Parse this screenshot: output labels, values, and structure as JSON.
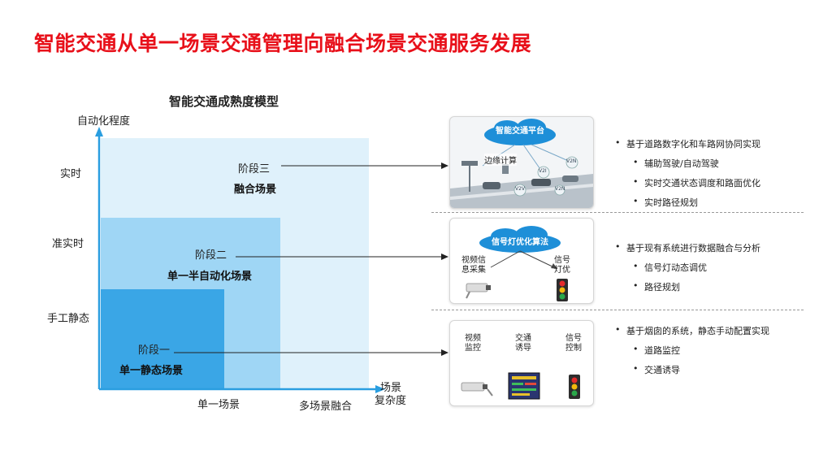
{
  "title": "智能交通从单一场景交通管理向融合场景交通服务发展",
  "model": {
    "title": "智能交通成熟度模型",
    "y_axis_label": "自动化程度",
    "x_axis_label_line1": "场景",
    "x_axis_label_line2": "复杂度",
    "y_ticks": [
      "实时",
      "准实时",
      "手工静态"
    ],
    "x_ticks": [
      "单一场景",
      "多场景融合"
    ],
    "stages": [
      {
        "label": "阶段一",
        "name": "单一静态场景"
      },
      {
        "label": "阶段二",
        "name": "单一半自动化场景"
      },
      {
        "label": "阶段三",
        "name": "融合场景"
      }
    ]
  },
  "panels": {
    "top": {
      "cloud": "智能交通平台",
      "edge": "边缘计算",
      "tags": [
        "V2N",
        "V2I",
        "V2N",
        "V2V"
      ]
    },
    "middle": {
      "cloud": "信号灯优化算法",
      "left_label": "视频信\n息采集",
      "right_label": "信号\n灯优"
    },
    "bottom": {
      "labels": [
        "视频\n监控",
        "交通\n诱导",
        "信号\n控制"
      ]
    }
  },
  "bullets": {
    "top": {
      "main": "基于道路数字化和车路网协同实现",
      "subs": [
        "辅助驾驶/自动驾驶",
        "实时交通状态调度和路面优化",
        "实时路径规划"
      ]
    },
    "middle": {
      "main": "基于现有系统进行数据融合与分析",
      "subs": [
        "信号灯动态调优",
        "路径规划"
      ]
    },
    "bottom": {
      "main": "基于烟囱的系统，静态手动配置实现",
      "subs": [
        "道路监控",
        "交通诱导"
      ]
    }
  },
  "colors": {
    "title_red": "#e8101a",
    "stage1": "#3aa6e6",
    "stage2": "#9fd6f5",
    "stage3": "#dff1fb",
    "axis": "#2a9ee0",
    "cloud": "#1e8fd8"
  }
}
